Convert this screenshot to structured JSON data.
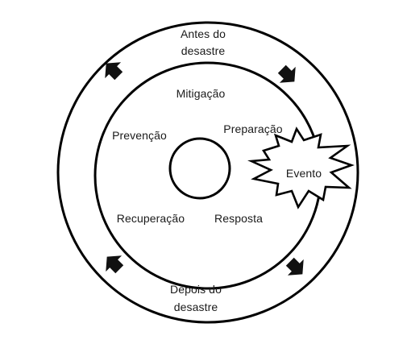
{
  "colors": {
    "stroke": "#000000",
    "arrow": "#111111",
    "text": "#1a1a1a",
    "background": "#ffffff"
  },
  "outer_ring": {
    "top_label_line1": "Antes do",
    "top_label_line2": "desastre",
    "bottom_label_line1": "Depois do",
    "bottom_label_line2": "desastre"
  },
  "phases": {
    "mitigation": "Mitigação",
    "preparation": "Preparação",
    "prevention": "Prevenção",
    "recovery": "Recuperação",
    "response": "Resposta"
  },
  "event": {
    "label": "Evento"
  },
  "icons": {
    "arrows": [
      "arrow-top-left-icon",
      "arrow-top-right-icon",
      "arrow-bottom-right-icon",
      "arrow-bottom-left-icon"
    ],
    "burst": "starburst-icon"
  }
}
